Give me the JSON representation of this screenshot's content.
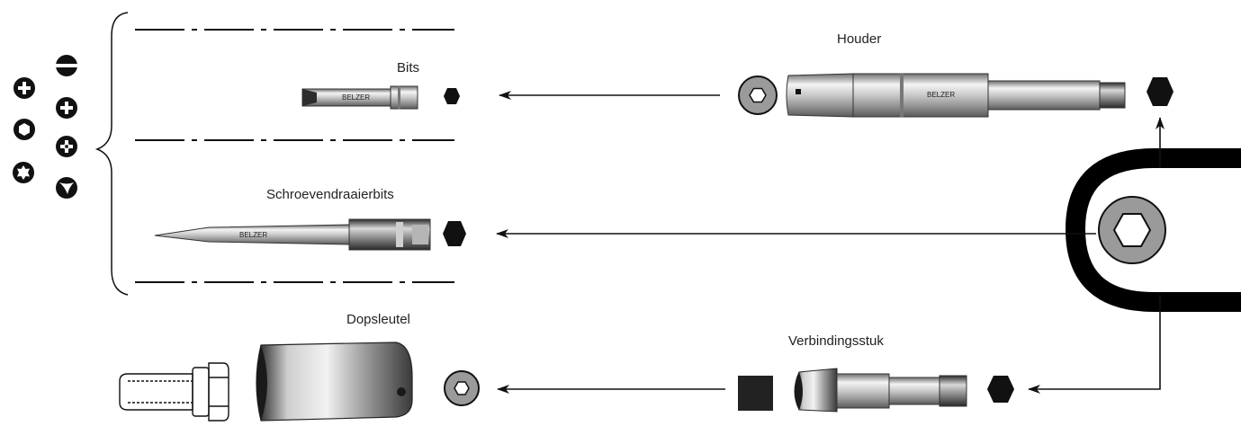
{
  "labels": {
    "bits": "Bits",
    "schroevendraaierbits": "Schroevendraaierbits",
    "dopsleutel": "Dopsleutel",
    "houder": "Houder",
    "verbindingsstuk": "Verbindingsstuk"
  },
  "brand": "BELZER",
  "icons": {
    "drive_profiles": [
      "slotted-icon",
      "phillips-icon",
      "pozidriv-icon",
      "hex-socket-icon",
      "torx-icon",
      "tri-wing-icon",
      "phillips-plus-icon"
    ],
    "hex_drive": "hex-icon",
    "square_drive": "square-icon",
    "hex_ring": "hex-ring-icon"
  },
  "colors": {
    "ink": "#111111",
    "steel_light": "#e8e8e8",
    "steel_mid": "#b9b9b9",
    "steel_dark": "#6f6f6f",
    "ring_grey": "#9a9a9a"
  }
}
